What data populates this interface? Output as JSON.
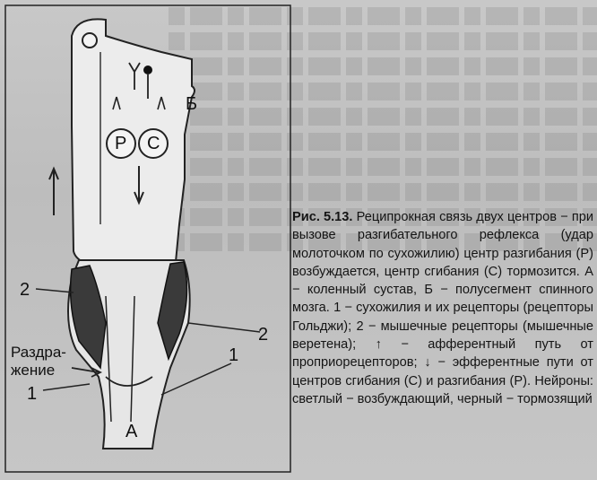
{
  "figure": {
    "labels": {
      "b": "Б",
      "a": "А",
      "p": "Р",
      "c": "С",
      "two_left": "2",
      "two_right": "2",
      "one_left": "1",
      "one_right": "1",
      "irritation": "Раздра-",
      "irritation2": "жение"
    }
  },
  "caption": {
    "title": "Рис. 5.13.",
    "text": "Реципрокная связь двух центров − при вызове разгибательного рефлекса (удар молоточком по сухожилию) центр разгибания (Р) возбуждается, центр сгибания (С) тормозится. А − коленный сустав, Б − полусегмент спинного мозга. 1 − сухожилия и их рецепторы (рецепторы Гольджи); 2 − мышечные рецепторы (мышечные веретена); ↑ − афферентный путь от проприорецепторов; ↓ − эфферентные пути от центров сгибания (С) и разгибания (Р). Нейроны: светлый − возбуждающий, черный − тормозящий"
  }
}
